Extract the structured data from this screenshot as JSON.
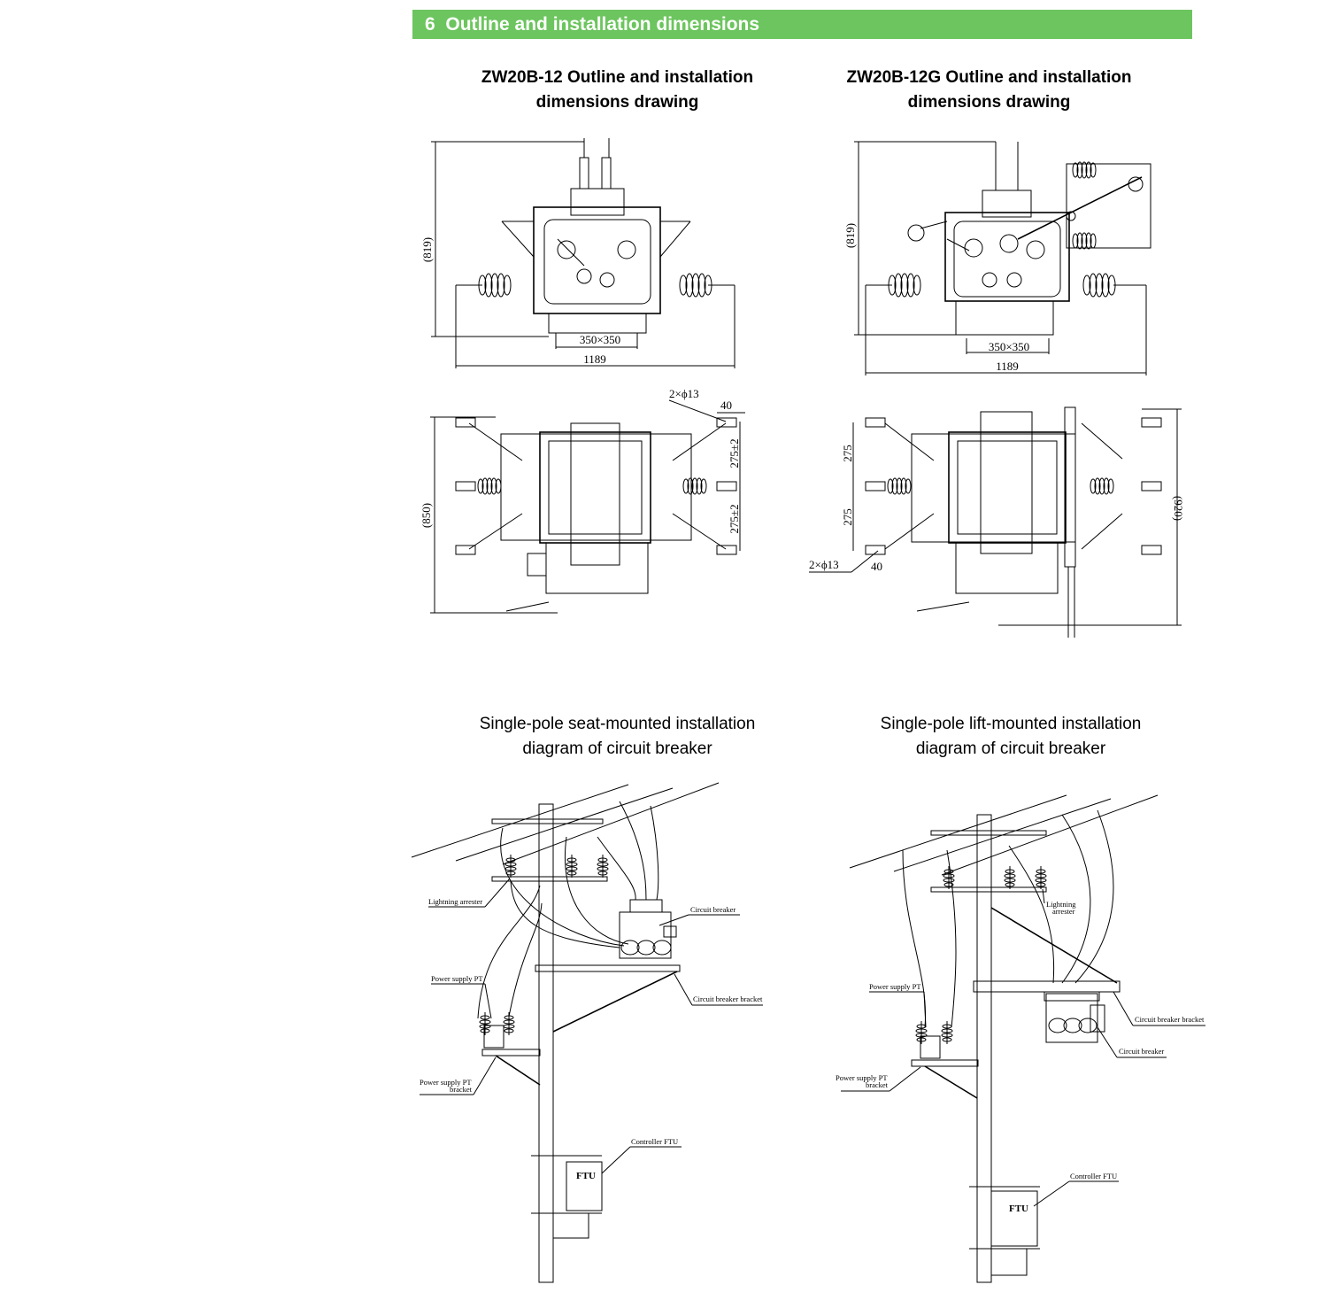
{
  "section": {
    "number": "6",
    "title": "Outline and installation dimensions"
  },
  "drawings": {
    "zw20b12": {
      "title_line1": "ZW20B-12 Outline and installation",
      "title_line2": "dimensions drawing",
      "dims": {
        "height": "(819)",
        "base": "350×350",
        "width": "1189",
        "hole": "2×ϕ13",
        "offset": "40",
        "spacing_top": "275±2",
        "spacing_bottom": "275±2",
        "depth": "(850)"
      }
    },
    "zw20b12g": {
      "title_line1": "ZW20B-12G Outline and installation",
      "title_line2": "dimensions drawing",
      "dims": {
        "height": "(819)",
        "base": "350×350",
        "width": "1189",
        "spacing_top": "275",
        "spacing_bottom": "275",
        "hole": "2×ϕ13",
        "offset": "40",
        "depth": "(920)"
      }
    },
    "seat": {
      "title_line1": "Single-pole seat-mounted installation",
      "title_line2": "diagram of circuit breaker",
      "labels": {
        "arrester": "Lightning arrester",
        "breaker": "Circuit breaker",
        "pt": "Power supply PT",
        "bracket": "Circuit breaker bracket",
        "pt_bracket_1": "Power supply PT",
        "pt_bracket_2": "bracket",
        "ftu_label": "Controller FTU",
        "ftu": "FTU"
      }
    },
    "lift": {
      "title_line1": "Single-pole lift-mounted installation",
      "title_line2": "diagram of circuit breaker",
      "labels": {
        "arrester_1": "Lightning",
        "arrester_2": "arrester",
        "pt": "Power supply PT",
        "bracket": "Circuit breaker bracket",
        "breaker": "Circuit breaker",
        "pt_bracket_1": "Power supply PT",
        "pt_bracket_2": "bracket",
        "ftu_label": "Controller FTU",
        "ftu": "FTU"
      }
    }
  },
  "colors": {
    "header_bg": "#6cc55e",
    "header_text": "#ffffff",
    "line": "#000000"
  }
}
